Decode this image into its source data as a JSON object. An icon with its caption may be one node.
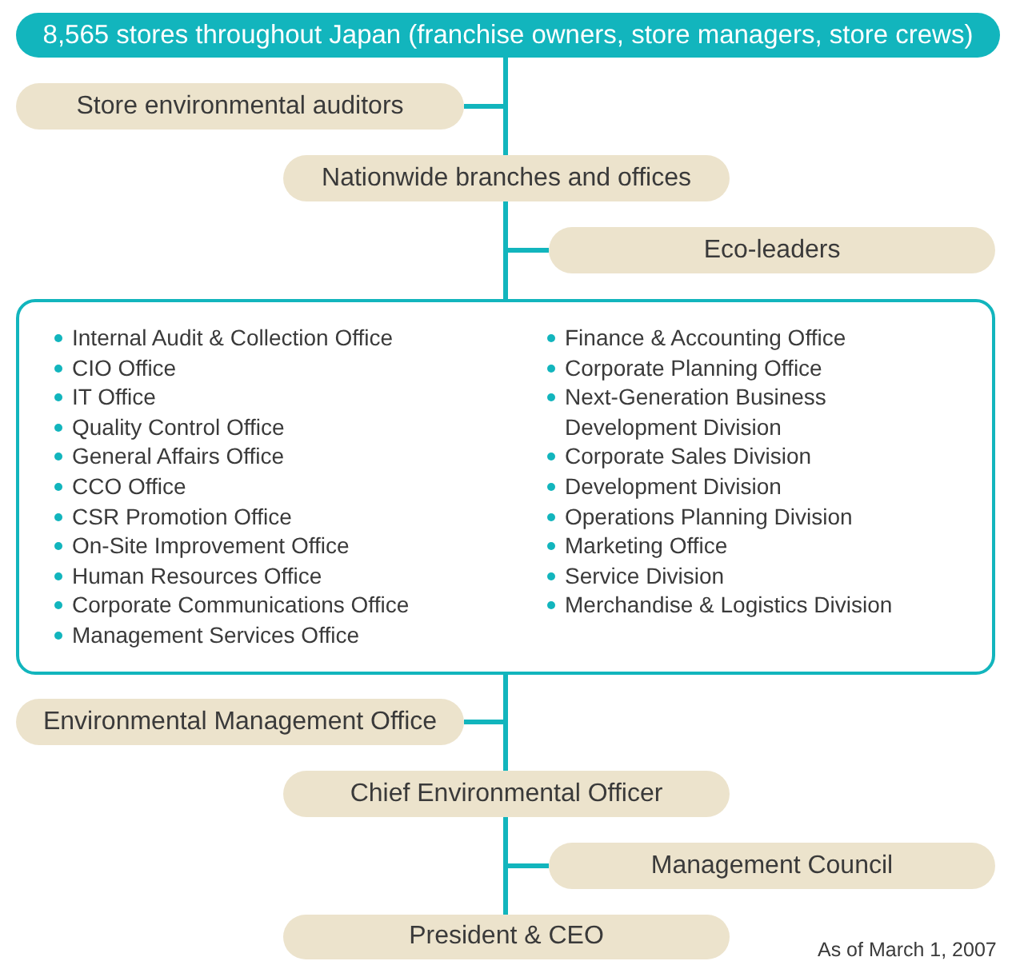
{
  "diagram": {
    "nodes": [
      {
        "text": [
          "8,565 stores throughout Japan (franchise owners, store managers, store crews)"
        ]
      },
      {
        "text": [
          "Store environmental auditors"
        ]
      },
      {
        "text": [
          "Nationwide branches and offices"
        ]
      },
      {
        "text": [
          "Eco-leaders"
        ]
      },
      {
        "text": [
          "Internal Audit & Collection Office",
          "CIO Office",
          "IT Office",
          "Quality Control Office",
          "General Affairs Office",
          "CCO Office",
          "CSR Promotion Office",
          "On-Site Improvement Office",
          "Human Resources Office",
          "Corporate Communications Office",
          "Management Services Office",
          "Finance & Accounting Office",
          "Corporate Planning Office",
          "Next-Generation Business Development Division",
          "Corporate Sales Division",
          "Development Division",
          "Operations Planning Division",
          "Marketing Office",
          "Service Division",
          "Merchandise & Logistics Division"
        ]
      },
      {
        "text": [
          "Environmental Management Office"
        ]
      },
      {
        "text": [
          "Chief Environmental Officer"
        ]
      },
      {
        "text": [
          "Management Council"
        ]
      },
      {
        "text": [
          "President & CEO"
        ]
      }
    ],
    "edges": [
      {
        "from": 0,
        "to": 1,
        "arrow": "none"
      },
      {
        "from": 0,
        "to": 2,
        "arrow": "none"
      },
      {
        "from": 2,
        "to": 3,
        "arrow": "none"
      },
      {
        "from": 2,
        "to": 4,
        "arrow": "none"
      },
      {
        "from": 4,
        "to": 5,
        "arrow": "none"
      },
      {
        "from": 4,
        "to": 6,
        "arrow": "none"
      },
      {
        "from": 6,
        "to": 7,
        "arrow": "none"
      },
      {
        "from": 6,
        "to": 8,
        "arrow": "none"
      }
    ],
    "labels": [
      "As of March 1, 2007"
    ]
  }
}
